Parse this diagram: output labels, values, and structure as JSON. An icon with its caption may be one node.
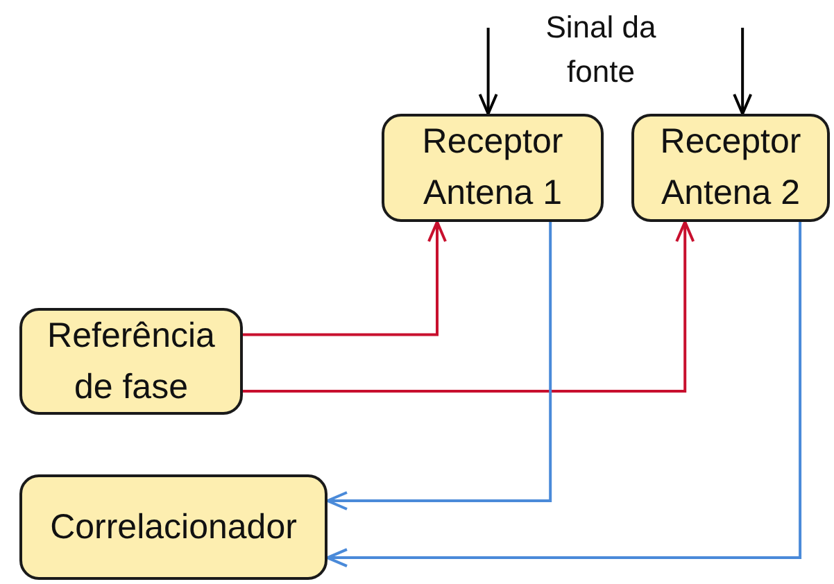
{
  "diagram": {
    "nodes": [
      {
        "text": [
          "Receptor Antena 1"
        ]
      },
      {
        "text": [
          "Receptor Antena 2"
        ]
      },
      {
        "text": [
          "Referência de fase"
        ]
      },
      {
        "text": [
          "Correlacionador"
        ]
      }
    ],
    "edges": [
      {
        "from": null,
        "to": 0,
        "arrow": "to",
        "color": "#000000"
      },
      {
        "from": null,
        "to": 1,
        "arrow": "to",
        "color": "#000000"
      },
      {
        "from": 2,
        "to": 0,
        "arrow": "to",
        "color": "#c8102e"
      },
      {
        "from": 2,
        "to": 1,
        "arrow": "to",
        "color": "#c8102e"
      },
      {
        "from": 0,
        "to": 3,
        "arrow": "to",
        "color": "#4a8ad9"
      },
      {
        "from": 1,
        "to": 3,
        "arrow": "to",
        "color": "#4a8ad9"
      }
    ],
    "labels": [
      "Sinal da fonte"
    ]
  }
}
